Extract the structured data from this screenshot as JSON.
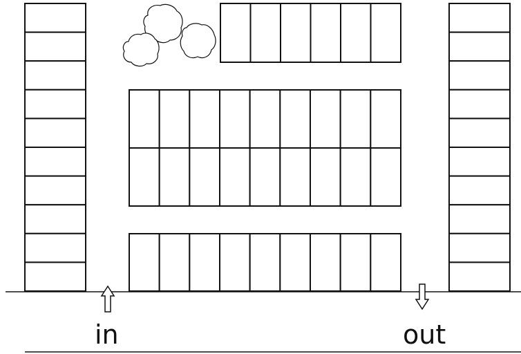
{
  "lot": {
    "entrance_label": "in",
    "exit_label": "out",
    "entrance_arrow_icon": "arrow-up-outline-icon",
    "exit_arrow_icon": "arrow-down-outline-icon",
    "stall_rows": [
      {
        "name": "left-column",
        "orientation": "vertical",
        "stalls": 10
      },
      {
        "name": "top-row",
        "orientation": "horizontal",
        "stalls": 6
      },
      {
        "name": "center-upper-row",
        "orientation": "horizontal",
        "stalls": 9
      },
      {
        "name": "center-lower-row",
        "orientation": "horizontal",
        "stalls": 9
      },
      {
        "name": "bottom-row",
        "orientation": "horizontal",
        "stalls": 9
      },
      {
        "name": "right-column",
        "orientation": "vertical",
        "stalls": 10
      }
    ],
    "trees": 3,
    "line_color": "#111111",
    "background_color": "#ffffff"
  }
}
